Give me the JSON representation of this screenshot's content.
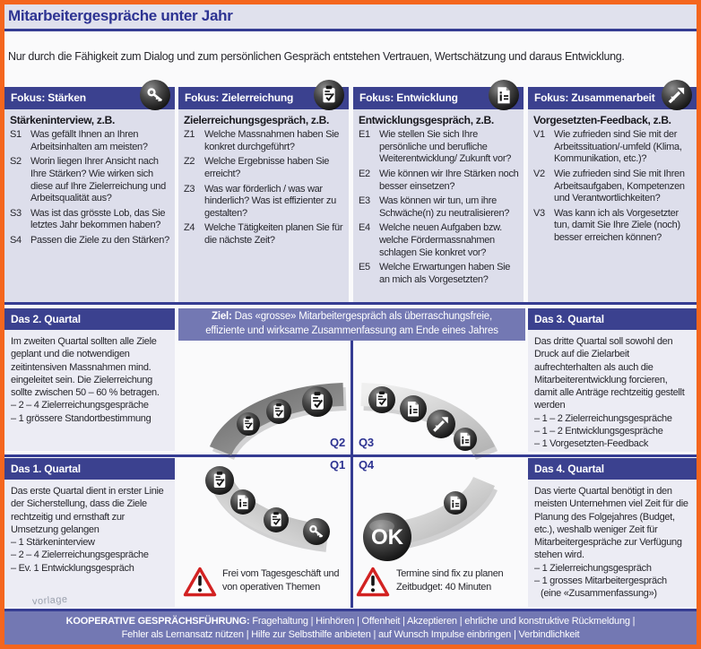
{
  "page": {
    "title": "Mitarbeitergespräche unter Jahr",
    "subtitle": "Nur durch die Fähigkeit zum Dialog und zum persönlichen Gespräch entstehen Vertrauen, Wertschätzung und daraus Entwicklung."
  },
  "colors": {
    "frame_orange": "#f4661e",
    "header_navy": "#3b418f",
    "line_navy": "#353c92",
    "panel_lavender": "#dddeeb",
    "panel_light": "#ececf4",
    "bar_periwinkle": "#7378b3",
    "warning_red": "#d22222"
  },
  "focus_columns": [
    {
      "header": "Fokus: Stärken",
      "icon": "key-icon",
      "subtitle": "Stärkeninterview, z.B.",
      "items": [
        {
          "id": "S1",
          "text": "Was gefällt Ihnen an Ihren Arbeitsinhalten am meisten?"
        },
        {
          "id": "S2",
          "text": "Worin liegen Ihrer Ansicht nach Ihre Stärken? Wie wirken sich diese auf Ihre Zielerreichung und Arbeitsqualität aus?"
        },
        {
          "id": "S3",
          "text": "Was ist das grösste Lob, das Sie letztes Jahr bekommen haben?"
        },
        {
          "id": "S4",
          "text": "Passen die Ziele zu den Stärken?"
        }
      ]
    },
    {
      "header": "Fokus: Zielerreichung",
      "icon": "clipboard-check-icon",
      "subtitle": "Zielerreichungsgespräch, z.B.",
      "items": [
        {
          "id": "Z1",
          "text": "Welche Massnahmen haben Sie konkret durchgeführt?"
        },
        {
          "id": "Z2",
          "text": "Welche Ergebnisse haben Sie erreicht?"
        },
        {
          "id": "Z3",
          "text": "Was war förderlich / was war hinderlich? Was ist effizienter zu gestalten?"
        },
        {
          "id": "Z4",
          "text": "Welche Tätigkeiten planen Sie für die nächste Zeit?"
        }
      ]
    },
    {
      "header": "Fokus: Entwicklung",
      "icon": "document-icon",
      "subtitle": "Entwicklungsgespräch, z.B.",
      "items": [
        {
          "id": "E1",
          "text": "Wie stellen Sie sich Ihre persönliche und berufliche Weiterentwicklung/ Zukunft vor?"
        },
        {
          "id": "E2",
          "text": "Wie können wir Ihre Stärken noch besser einsetzen?"
        },
        {
          "id": "E3",
          "text": "Was können wir tun, um ihre Schwäche(n) zu neutralisieren?"
        },
        {
          "id": "E4",
          "text": "Welche neuen Aufgaben bzw. welche Fördermassnahmen schlagen Sie konkret vor?"
        },
        {
          "id": "E5",
          "text": "Welche Erwartungen haben Sie an mich als Vorgesetzten?"
        }
      ]
    },
    {
      "header": "Fokus: Zusammenarbeit",
      "icon": "arrows-icon",
      "subtitle": "Vorgesetzten-Feedback, z.B.",
      "items": [
        {
          "id": "V1",
          "text": "Wie zufrieden sind Sie mit der Arbeitssituation/-umfeld (Klima, Kommunikation, etc.)?"
        },
        {
          "id": "V2",
          "text": "Wie zufrieden sind Sie mit Ihren Arbeitsaufgaben, Kompetenzen und Verantwortlichkeiten?"
        },
        {
          "id": "V3",
          "text": "Was kann ich als Vorgesetzter tun, damit Sie Ihre Ziele (noch) besser erreichen können?"
        }
      ]
    }
  ],
  "goal": {
    "label": "Ziel:",
    "text": "Das «grosse» Mitarbeitergespräch als überraschungsfreie, effiziente und wirksame Zusammenfassung am Ende eines Jahres"
  },
  "quadrant_labels": {
    "q1": "Q1",
    "q2": "Q2",
    "q3": "Q3",
    "q4": "Q4"
  },
  "ring": {
    "ok_label": "OK"
  },
  "notes": [
    {
      "line1": "Frei vom Tagesgeschäft und",
      "line2": "von operativen Themen"
    },
    {
      "line1": "Termine sind fix zu planen",
      "line2": "Zeitbudget: 40 Minuten"
    }
  ],
  "quarters": {
    "q2": {
      "header": "Das 2. Quartal",
      "body": "Im zweiten Quartal sollten alle Ziele geplant und die notwendigen zeitintensiven Massnahmen mind. eingeleitet sein. Die Zielerreichung sollte zwischen 50 – 60 % betragen.",
      "bullets": [
        "– 2 – 4 Zielerreichungsgespräche",
        "– 1 grössere Standortbestimmung"
      ]
    },
    "q3": {
      "header": "Das 3. Quartal",
      "body": "Das dritte Quartal soll sowohl den Druck auf die Zielarbeit aufrechterhalten als auch die Mitarbeiterentwicklung forcieren, damit alle Anträge rechtzeitig gestellt werden",
      "bullets": [
        "– 1 – 2 Zielerreichungsgespräche",
        "– 1 – 2 Entwicklungsgespräche",
        "– 1 Vorgesetzten-Feedback"
      ]
    },
    "q1": {
      "header": "Das 1. Quartal",
      "body": "Das erste Quartal dient in erster Linie der Sicherstellung, dass die Ziele rechtzeitig und ernsthaft zur Umsetzung gelangen",
      "bullets": [
        "– 1 Stärkeninterview",
        "– 2 – 4 Zielerreichungsgespräche",
        "– Ev. 1 Entwicklungsgespräch"
      ]
    },
    "q4": {
      "header": "Das 4. Quartal",
      "body": "Das vierte Quartal benötigt in den meisten Unternehmen viel Zeit für die Planung des Folgejahres (Budget, etc.), weshalb weniger Zeit für Mitarbeitergespräche zur Verfügung stehen wird.",
      "bullets": [
        "– 1 Zielerreichungsgespräch",
        "– 1 grosses Mitarbeitergespräch",
        "(eine «Zusammenfassung»)"
      ]
    }
  },
  "footer": {
    "heading": "KOOPERATIVE GESPRÄCHSFÜHRUNG:",
    "items": "Fragehaltung | Hinhören | Offenheit | Akzeptieren | ehrliche und konstruktive Rückmeldung | Fehler als Lernansatz nützen | Hilfe zur Selbsthilfe anbieten | auf Wunsch Impulse einbringen | Verbindlichkeit"
  },
  "watermark": {
    "text": "vorlage"
  }
}
